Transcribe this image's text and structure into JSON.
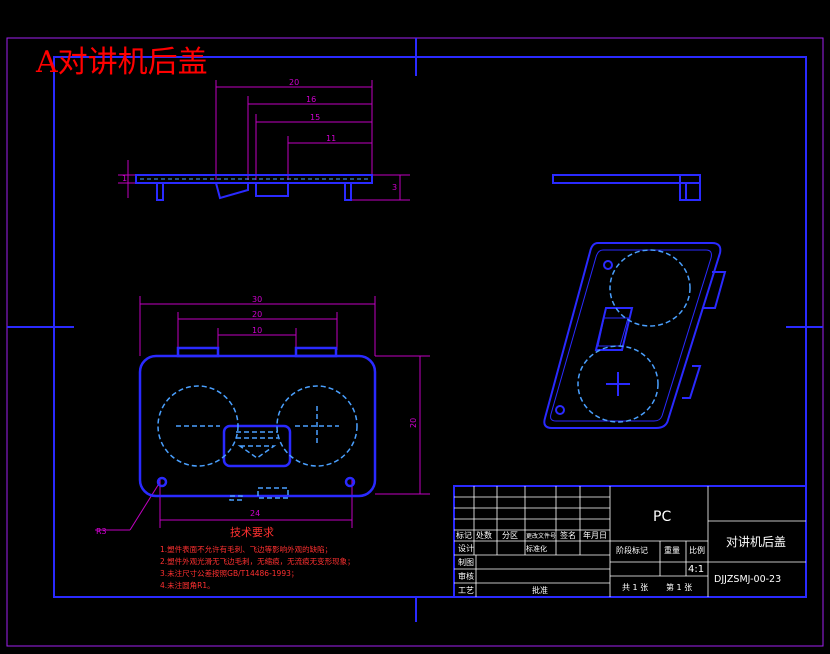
{
  "title": "A对讲机后盖",
  "dimensions": {
    "side_view": [
      "20",
      "16",
      "15",
      "11",
      "1",
      "3"
    ],
    "front_view": [
      "30",
      "20",
      "10",
      "20",
      "24",
      "R3"
    ]
  },
  "tech_requirements": {
    "heading": "技术要求",
    "items": [
      "1.塑件表面不允许有毛刺、飞边等影响外观的缺陷；",
      "2.塑件外观光滑无飞边毛刺，无缩痕，无流痕无变形现象；",
      "3.未注尺寸公差按照GB/T14486-1993；",
      "4.未注圆角R1。"
    ]
  },
  "title_block": {
    "material": "PC",
    "part_name": "对讲机后盖",
    "drawing_no": "DJJZSMJ-00-23",
    "scale": "4:1",
    "sheets": "共 1 张",
    "sheet_no": "第 1 张",
    "headers": {
      "mark": "标记",
      "count": "处数",
      "zone": "分区",
      "doc_no": "更改文件号",
      "sign": "签名",
      "date": "年月日",
      "design": "设计",
      "standardize": "标准化",
      "drafting": "制图",
      "review": "审核",
      "process": "工艺",
      "approve": "批准",
      "stage_mark": "阶段标记",
      "weight": "重量",
      "ratio": "比例"
    }
  }
}
